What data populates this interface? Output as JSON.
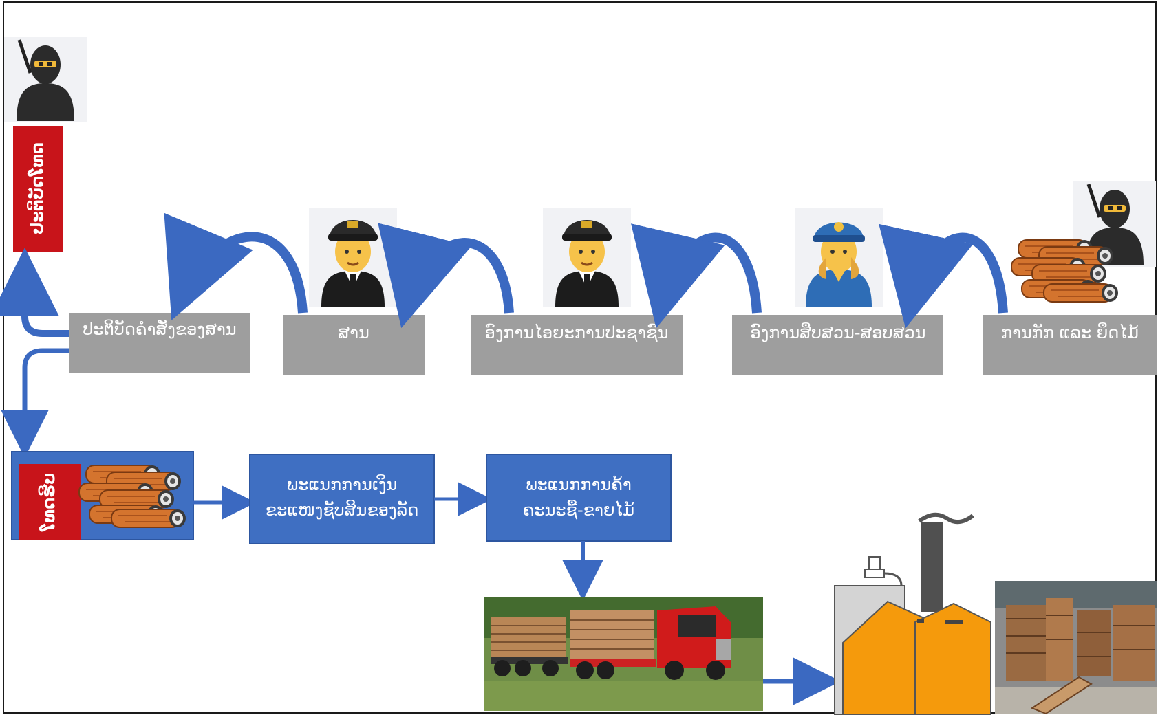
{
  "process": {
    "top_row": {
      "step_execute": "ປະຕິບັດຄຳສັ່ງຂອງສານ",
      "step_court": "ສານ",
      "step_prosecutor": "ອົງການໄອຍະການປະຊາຊົນ",
      "step_investigation": "ອົງການສືບສວນ-ສອບສວນ",
      "step_seize": "ການກັກ ແລະ ຍຶດໄມ້"
    },
    "left_column": {
      "punish_label": "ປະຕິບັດໂທດ"
    },
    "bottom_row": {
      "confiscate_label": "ໂທດຮິບ",
      "finance_line1": "ພະແນກການເງິນ",
      "finance_line2": "ຂະແໜງຊັບສິນຂອງລັດ",
      "commerce_line1": "ພະແນກການຄ້າ",
      "commerce_line2": "ຄະນະຊື້-ຂາຍໄມ້"
    }
  },
  "icons": {
    "offender": "ninja-icon",
    "judge": "pilot-officer-icon",
    "prosecutor": "pilot-officer-icon",
    "police": "police-officer-icon",
    "logs": "wood-logs-icon",
    "truck": "log-truck-image",
    "factory": "factory-icon",
    "warehouse": "lumber-warehouse-image"
  },
  "colors": {
    "gray_box": "#9e9e9e",
    "blue_box": "#3f6fc2",
    "red_label": "#c8141a",
    "arrow": "#3b69c1",
    "factory_orange": "#f59a0c"
  }
}
